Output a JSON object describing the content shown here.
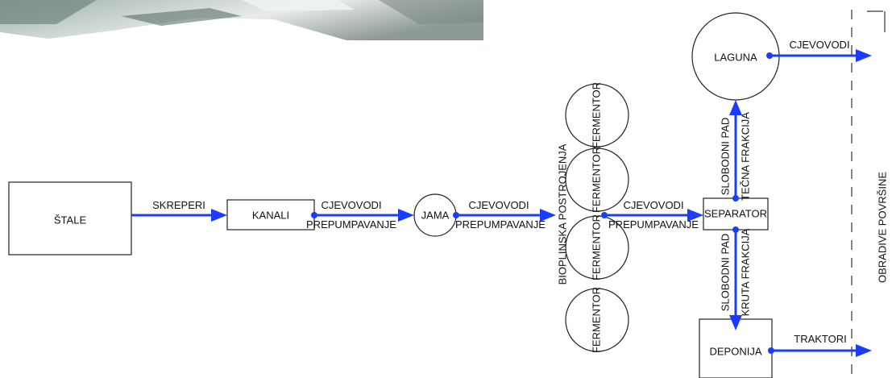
{
  "nodes": {
    "stale": "ŠTALE",
    "kanali": "KANALI",
    "jama": "JAMA",
    "separator": "SEPARATOR",
    "laguna": "LAGUNA",
    "deponija": "DEPONIJA",
    "fermentor": "FERMENTOR"
  },
  "group_label": "BIOPLINSKA POSTROJENJA",
  "field_label": "OBRADIVE POVRŠINE",
  "edges": {
    "skreperi": "SKREPERI",
    "cjevovodi": "CJEVOVODI",
    "prepumpavanje": "PREPUMPAVANJE",
    "traktori": "TRAKTORI",
    "slobodni_pad": "SLOBODNI PAD",
    "tecna_frakcija": "TEČNA FRAKCIJA",
    "kruta_frakcija": "KRUTA FRAKCIJA"
  },
  "colors": {
    "flow": "#1a3cff",
    "stroke": "#222222"
  }
}
